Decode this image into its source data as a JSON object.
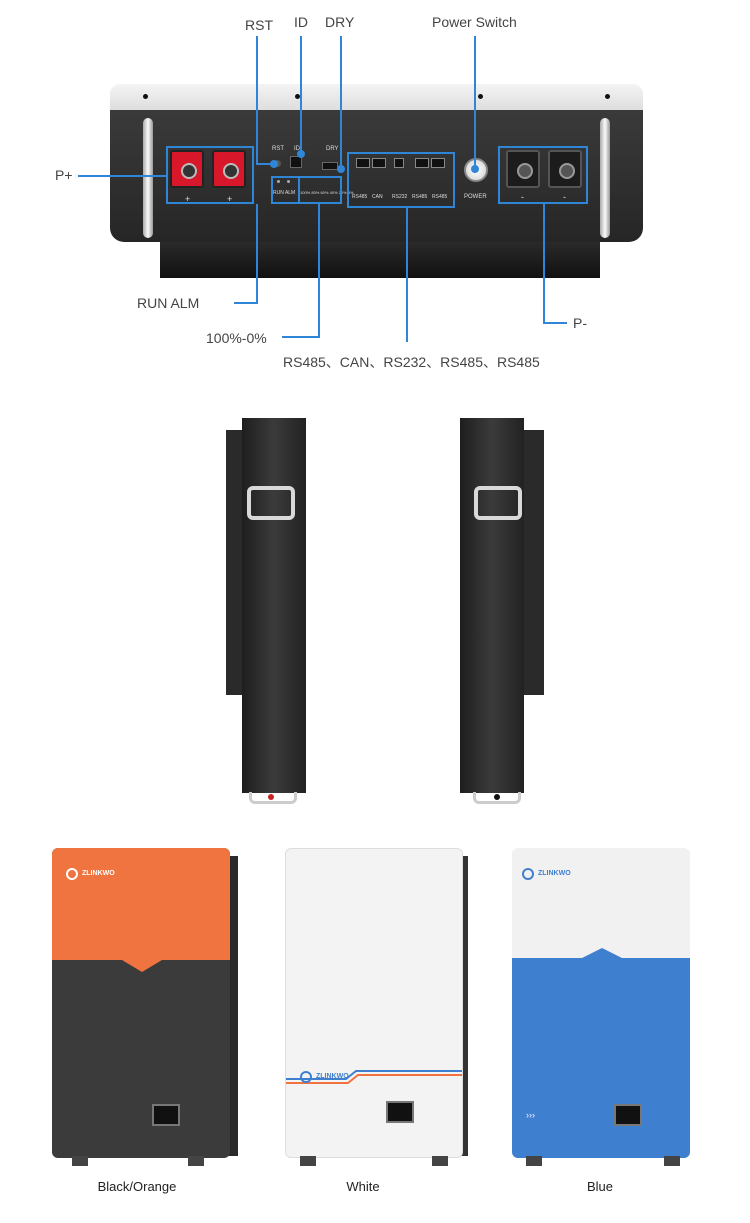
{
  "callouts": {
    "rst": "RST",
    "id": "ID",
    "dry": "DRY",
    "power_switch": "Power Switch",
    "p_plus": "P+",
    "run_alm": "RUN  ALM",
    "soc": "100%-0%",
    "comm_ports": "RS485、CAN、RS232、RS485、RS485",
    "p_minus": "P-"
  },
  "panel_labels": {
    "rst": "RST",
    "id": "ID",
    "dry": "DRY",
    "run_alm": "RUN ALM",
    "soc_leds": "100% 80% 60% 40% 20%  5%",
    "rs485_a": "RS485",
    "can": "CAN",
    "rs232": "RS232",
    "rs485_b": "RS485",
    "rs485_c": "RS485",
    "power": "POWER",
    "plus_a": "+",
    "plus_b": "+",
    "minus_a": "-",
    "minus_b": "-"
  },
  "variants": [
    {
      "caption": "Black/Orange",
      "brand": "ZLINKWO",
      "top_color": "#f0743f",
      "bottom_color": "#3b3b3b"
    },
    {
      "caption": "White",
      "brand": "ZLINKWO",
      "top_color": "#f3f3f3",
      "bottom_color": "#f3f3f3"
    },
    {
      "caption": "Blue",
      "brand": "ZLINKWO",
      "top_color": "#f1f1f1",
      "bottom_color": "#3f7fcf"
    }
  ],
  "colors": {
    "accent": "#2f86d6",
    "terminal_positive": "#d8182a"
  }
}
